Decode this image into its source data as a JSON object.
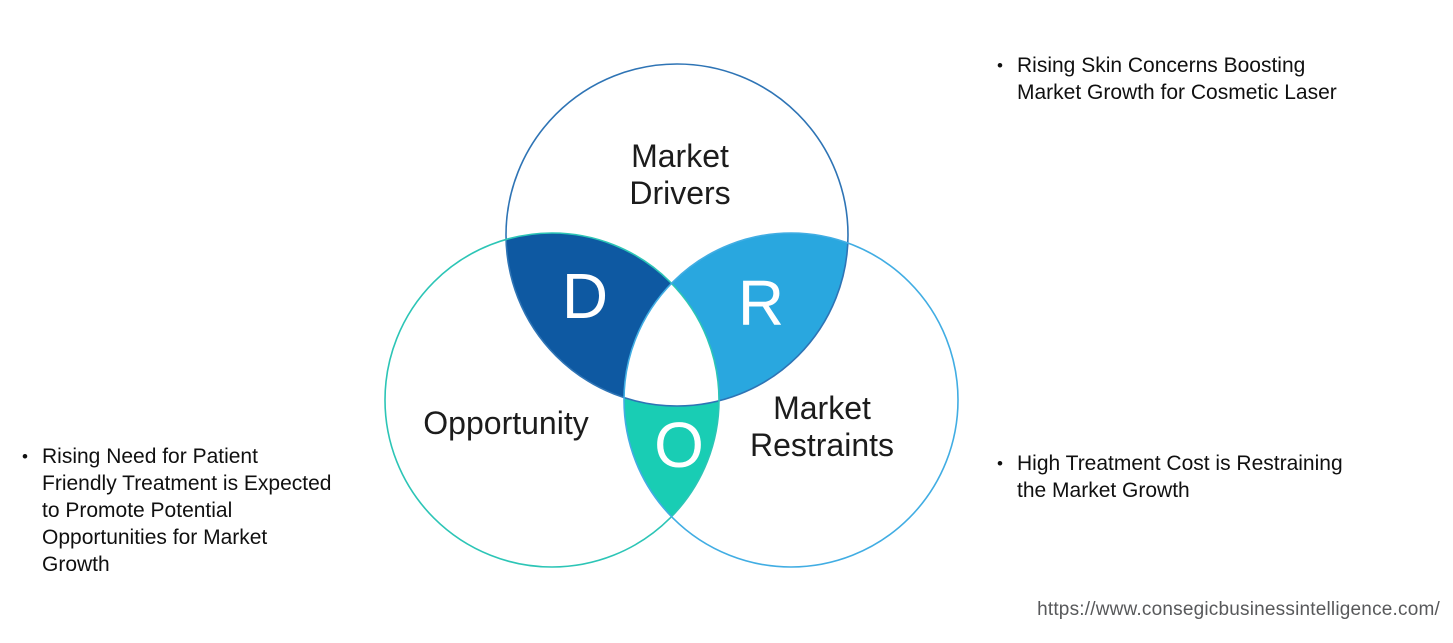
{
  "venn": {
    "circles": {
      "drivers": {
        "label_lines": [
          "Market",
          "Drivers"
        ],
        "stroke": "#2E74B5"
      },
      "opportunity": {
        "label": "Opportunity",
        "stroke": "#2CC5B6"
      },
      "restraints": {
        "label_lines": [
          "Market",
          "Restraints"
        ],
        "stroke": "#41ADE3"
      }
    },
    "overlaps": {
      "d": {
        "letter": "D",
        "fill": "#0E59A2"
      },
      "r": {
        "letter": "R",
        "fill": "#29A7DF"
      },
      "o": {
        "letter": "O",
        "fill": "#19CDB4"
      }
    }
  },
  "annotations": {
    "drivers_note": {
      "bullet": "•",
      "text": "Rising Skin Concerns Boosting\nMarket Growth for Cosmetic Laser"
    },
    "restraints_note": {
      "bullet": "•",
      "text": "High Treatment Cost is Restraining\nthe Market Growth"
    },
    "opportunity_note": {
      "bullet": "•",
      "text": "Rising Need for Patient\nFriendly Treatment is Expected\nto Promote Potential\nOpportunities for Market\nGrowth"
    }
  },
  "footer": {
    "url": "https://www.consegicbusinessintelligence.com/"
  }
}
